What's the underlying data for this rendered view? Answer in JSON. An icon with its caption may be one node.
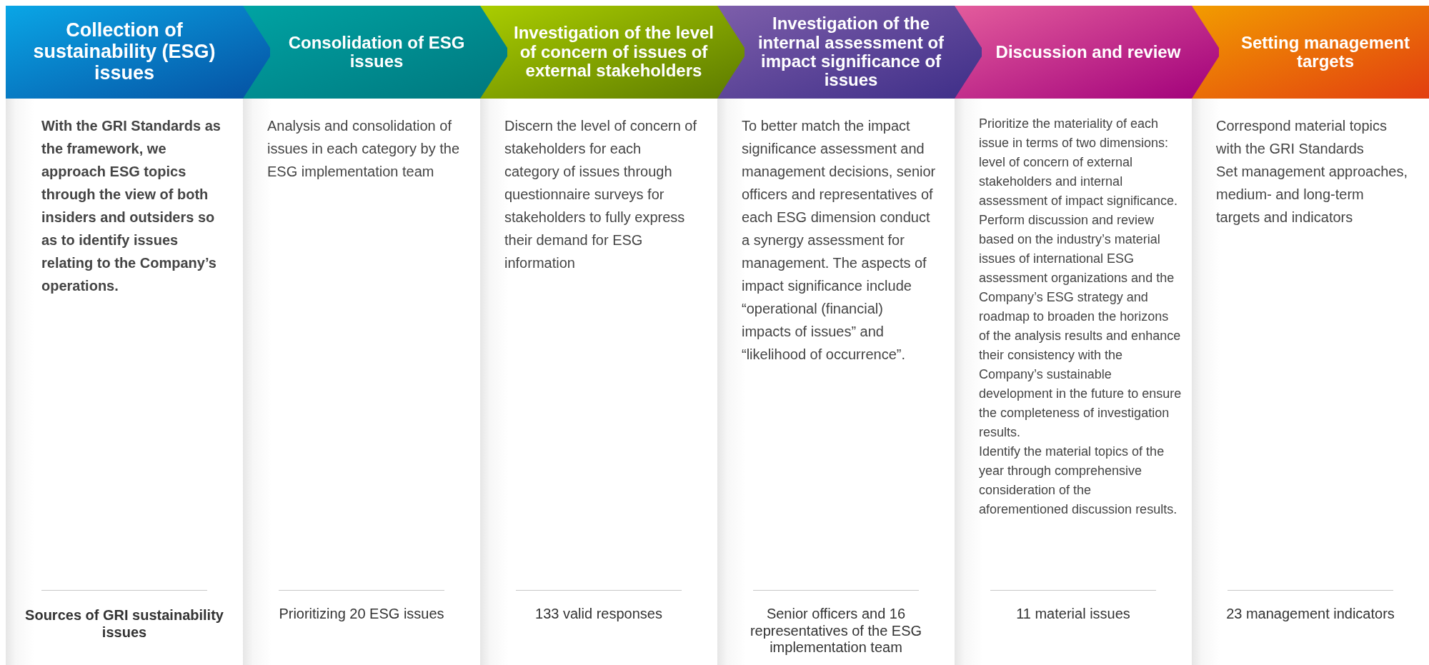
{
  "diagram": {
    "nodes": [
      {
        "text": [
          "Collection of sustainability (ESG) issues"
        ],
        "beside": [
          "With the GRI Standards as the framework, we approach ESG topics through the view of both insiders and outsiders so as to identify issues relating to the Company’s operations."
        ]
      },
      {
        "text": [
          "Consolidation of ESG issues"
        ],
        "beside": [
          "Analysis and consolidation of issues in each category by the ESG implementation team"
        ]
      },
      {
        "text": [
          "Investigation of the level of concern of issues of external stakeholders"
        ],
        "beside": [
          "Discern the level of concern of stakeholders for each category of issues through questionnaire surveys for stakeholders to fully express their demand for ESG information"
        ]
      },
      {
        "text": [
          "Investigation of the internal assessment of impact significance of issues"
        ],
        "beside": [
          "To better match the impact significance assessment and management decisions, senior officers and representatives of each ESG dimension conduct a synergy assessment for management.  The aspects of impact significance include “operational (financial) impacts of issues” and “likelihood of occurrence”."
        ]
      },
      {
        "text": [
          "Discussion and review"
        ],
        "beside": [
          "Prioritize the materiality of each issue in terms of two dimensions: level of concern of external stakeholders and internal assessment of impact significance.",
          "Perform discussion and review based on the industry’s material issues of international ESG assessment organizations and the Company’s ESG strategy and roadmap to broaden the horizons of the analysis results and enhance their consistency with the Company’s sustainable development in the future to ensure the completeness of investigation results.",
          "Identify the material topics of the year through comprehensive consideration of the aforementioned discussion results."
        ]
      },
      {
        "text": [
          "Setting management targets"
        ],
        "beside": [
          "Correspond material topics with the GRI Standards",
          "Set management approaches, medium- and long-term targets and indicators"
        ]
      }
    ],
    "labels": [
      "Sources of GRI sustainability issues",
      "Prioritizing 20 ESG issues",
      "133 valid responses",
      "Senior officers and 16 representatives of the ESG implementation team",
      "11 material issues",
      "23 management indicators"
    ]
  }
}
